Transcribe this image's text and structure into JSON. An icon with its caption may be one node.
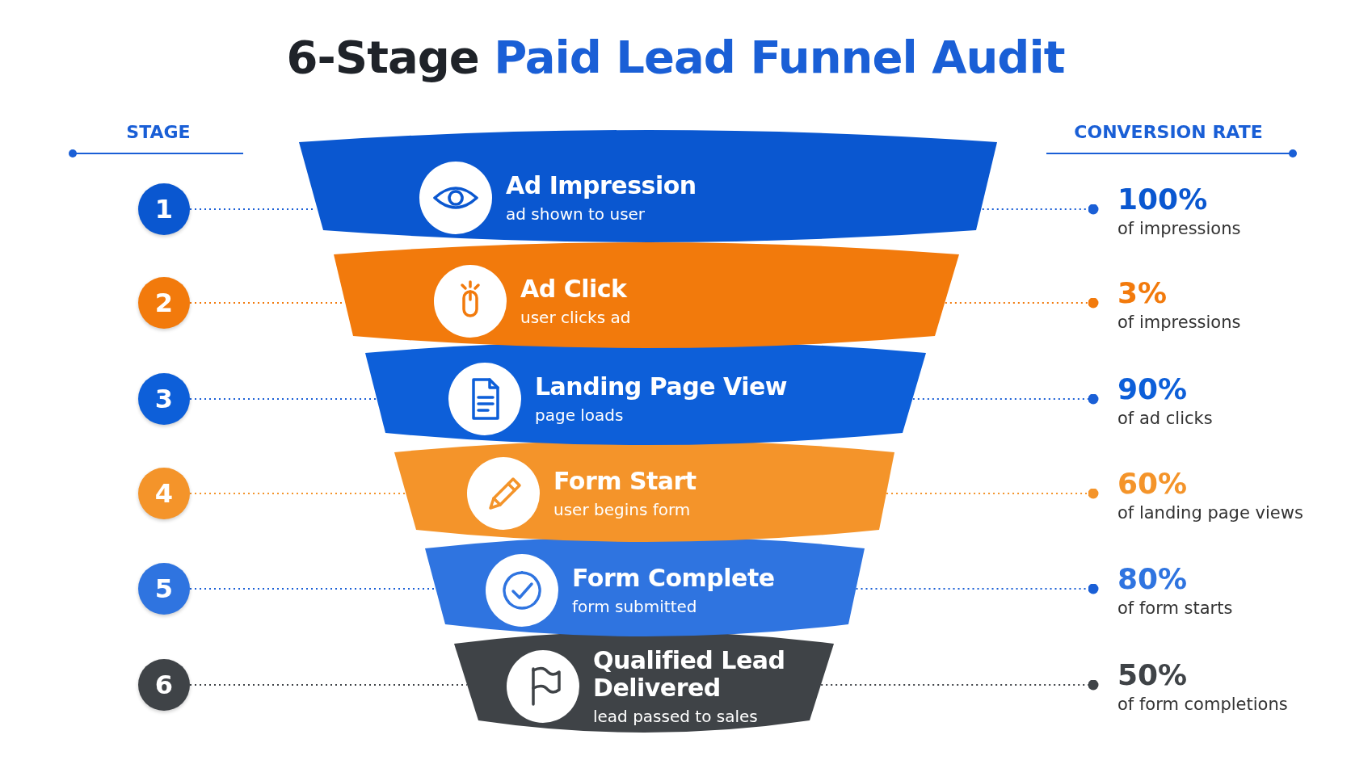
{
  "diagram": {
    "title": "6-Stage Paid Lead Funnel Audit",
    "nodes": [
      {
        "text": [
          "1"
        ]
      },
      {
        "text": [
          "Ad Impression",
          "ad shown to user"
        ]
      },
      {
        "text": [
          "100%",
          "of impressions"
        ]
      },
      {
        "text": [
          "2"
        ]
      },
      {
        "text": [
          "Ad Click",
          "user clicks ad"
        ]
      },
      {
        "text": [
          "3%",
          "of impressions"
        ]
      },
      {
        "text": [
          "3"
        ]
      },
      {
        "text": [
          "Landing Page View",
          "page loads"
        ]
      },
      {
        "text": [
          "90%",
          "of ad clicks"
        ]
      },
      {
        "text": [
          "4"
        ]
      },
      {
        "text": [
          "Form Start",
          "user begins form"
        ]
      },
      {
        "text": [
          "60%",
          "of landing page views"
        ]
      },
      {
        "text": [
          "5"
        ]
      },
      {
        "text": [
          "Form Complete",
          "form submitted"
        ]
      },
      {
        "text": [
          "80%",
          "of form starts"
        ]
      },
      {
        "text": [
          "6"
        ]
      },
      {
        "text": [
          "Qualified Lead Delivered",
          "lead passed to sales"
        ]
      },
      {
        "text": [
          "50%",
          "of form completions"
        ]
      }
    ],
    "edges": [
      {
        "from": 0,
        "to": 1,
        "arrow": "none"
      },
      {
        "from": 1,
        "to": 2,
        "arrow": "other"
      },
      {
        "from": 3,
        "to": 4,
        "arrow": "none",
        "color": "#f27a0c"
      },
      {
        "from": 4,
        "to": 5,
        "arrow": "other",
        "color": "#f27a0c"
      },
      {
        "from": 6,
        "to": 7,
        "arrow": "none"
      },
      {
        "from": 7,
        "to": 8,
        "arrow": "other"
      },
      {
        "from": 9,
        "to": 10,
        "arrow": "none",
        "color": "#f4942a"
      },
      {
        "from": 10,
        "to": 11,
        "arrow": "other",
        "color": "#f4942a"
      },
      {
        "from": 12,
        "to": 13,
        "arrow": "none"
      },
      {
        "from": 13,
        "to": 14,
        "arrow": "other"
      },
      {
        "from": 15,
        "to": 16,
        "arrow": "none",
        "color": "#3f4347"
      },
      {
        "from": 16,
        "to": 17,
        "arrow": "other",
        "color": "#3f4347"
      }
    ],
    "labels": [
      "STAGE",
      "CONVERSION RATE"
    ]
  }
}
